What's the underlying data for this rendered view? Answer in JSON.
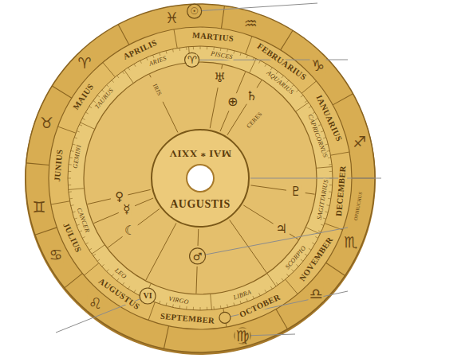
{
  "diagram": {
    "nodes": [
      {
        "text": [
          "MAI * XXIV",
          "AUGUSTIS"
        ]
      }
    ],
    "labels": [
      "MARTIUS",
      "APRILIS",
      "MAIUS",
      "JUNIUS",
      "JULIUS",
      "AUGUSTUS",
      "SEPTEMBER",
      "OCTOBER",
      "NOVEMBER",
      "DECEMBER",
      "IANUARIUS",
      "FEBRUARIUS",
      "ARIES",
      "TAURUS",
      "GEMINI",
      "CANCER",
      "LEO",
      "VIRGO",
      "LIBRA",
      "SCORPIO",
      "SAGITTARIUS",
      "CAPRICORNUS",
      "AQUARIUS",
      "PISCES",
      "♈",
      "♉",
      "♊",
      "♋",
      "♌",
      "♍",
      "♎",
      "♏",
      "♐",
      "♑",
      "♒",
      "♓",
      "☉",
      "♈",
      "♅",
      "⊕",
      "♄",
      "CERES",
      "IRIS",
      "♇",
      "♃",
      "♂",
      "☾",
      "♀",
      "☿",
      "VI",
      "OPHIUCHUS"
    ]
  }
}
